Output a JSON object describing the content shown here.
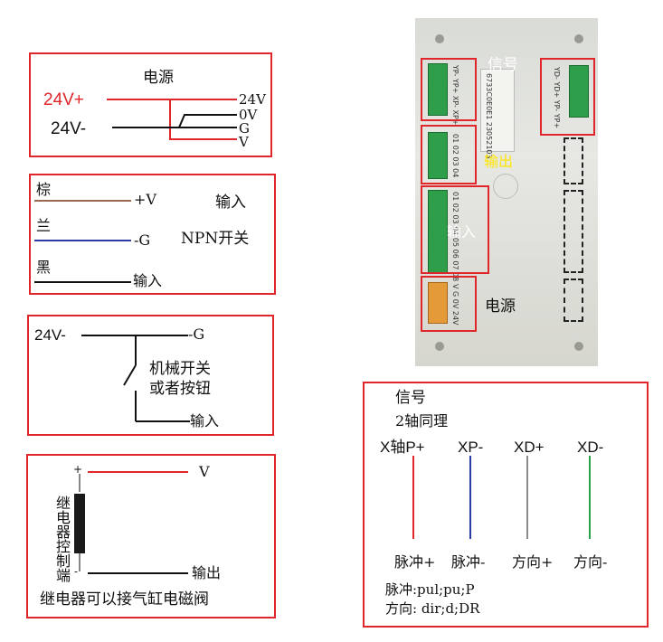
{
  "colors": {
    "frame": "#e0262b",
    "red": "#e0262b",
    "brown": "#9b6a4e",
    "blue": "#2b3aa6",
    "gray": "#8a8a8a",
    "green": "#27a34a",
    "yellow": "#ffe600"
  },
  "power": {
    "title": "电源",
    "left_plus": "24V+",
    "left_minus": "24V-",
    "t1": "24V",
    "t2": "0V",
    "t3": "G",
    "t4": "V"
  },
  "npn": {
    "brown": "棕",
    "blue": "兰",
    "black": "黑",
    "plus_v": "+V",
    "minus_g": "-G",
    "input_mid": "输入",
    "input_bottom": "输入",
    "desc": "NPN开关"
  },
  "mech": {
    "left": "24V-",
    "right": "-G",
    "line1": "机械开关",
    "line2": "或者按钮",
    "input": "输入"
  },
  "relay": {
    "plus": "+",
    "minus": "-",
    "coil_label": "继电器控制端",
    "v": "V",
    "output": "输出",
    "caption": "继电器可以接气缸电磁阀"
  },
  "photo": {
    "label_signal": "信号",
    "label_output": "输出",
    "label_input": "输入",
    "label_power": "电源",
    "sticker1": "YP-  YP+  XP-  XP+",
    "sticker2": "01  02  03  04",
    "sticker3": "01  02  03  04  05  06  07  08",
    "sticker4": "V  G  0V  24V",
    "sticker5": "YD-  YD+  YP-  YP+",
    "serial": "6733C0E0E1 23052103"
  },
  "signal": {
    "title": "信号",
    "subtitle": "2轴同理",
    "headers": [
      "X轴P+",
      "XP-",
      "XD+",
      "XD-"
    ],
    "footers": [
      "脉冲+",
      "脉冲-",
      "方向+",
      "方向-"
    ],
    "note1": "脉冲:pul;pu;P",
    "note2": "方向: dir;d;DR"
  }
}
